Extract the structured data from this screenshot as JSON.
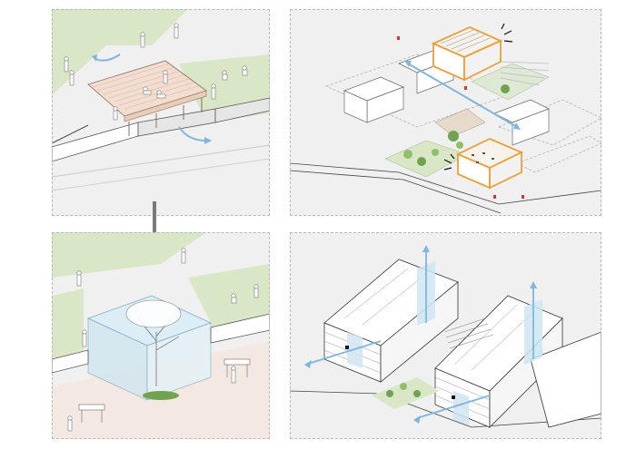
{
  "figure": {
    "panels": [
      {
        "id": "p1",
        "name": "elevated-timber-deck"
      },
      {
        "id": "p2",
        "name": "site-plan-blocks"
      },
      {
        "id": "p3",
        "name": "courtyard-section"
      },
      {
        "id": "p4",
        "name": "buildings-airflow"
      }
    ],
    "colors": {
      "panel_bg": "#f0f0f0",
      "grass": "#d9e7c7",
      "timber": "#f2ddd0",
      "accent_orange": "#e8a13a",
      "airflow_blue": "#7fb6dd",
      "glass": "#dbeef6",
      "tree_green": "#6fa34f",
      "red_mark": "#d9352c",
      "arrow_grey": "#7a7a7a"
    },
    "icons": [
      "rotate-arrow-icon",
      "down-arrow-icon",
      "airflow-arrow-icon",
      "person-figure-icon",
      "tree-icon"
    ]
  }
}
